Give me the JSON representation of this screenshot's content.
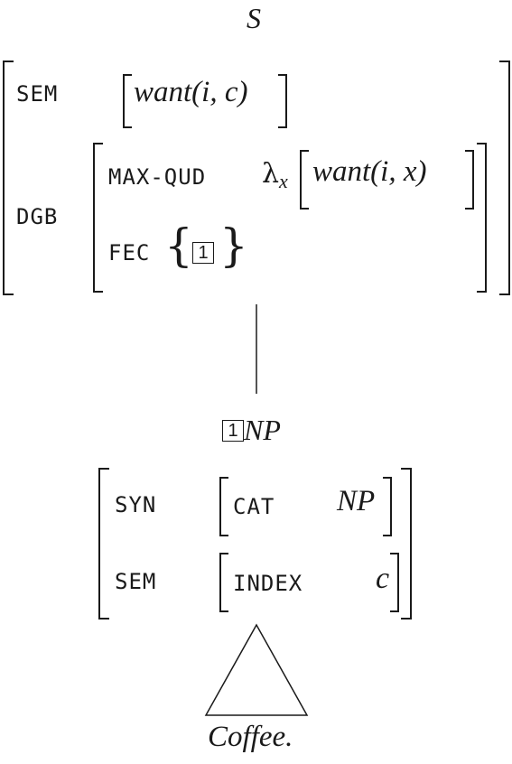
{
  "top": {
    "category": "S",
    "sem_label": "SEM",
    "sem_value": "want(i, c)",
    "dgb_label": "DGB",
    "maxqud_label": "MAX-QUD",
    "lambda": "λ",
    "lambda_var": "x",
    "maxqud_value": "want(i, x)",
    "fec_label": "FEC",
    "fec_tag": "1"
  },
  "bottom": {
    "tag": "1",
    "category": "NP",
    "syn_label": "SYN",
    "cat_label": "CAT",
    "cat_value": "NP",
    "sem_label": "SEM",
    "index_label": "INDEX",
    "index_value": "c"
  },
  "leaf": {
    "word": "Coffee."
  }
}
